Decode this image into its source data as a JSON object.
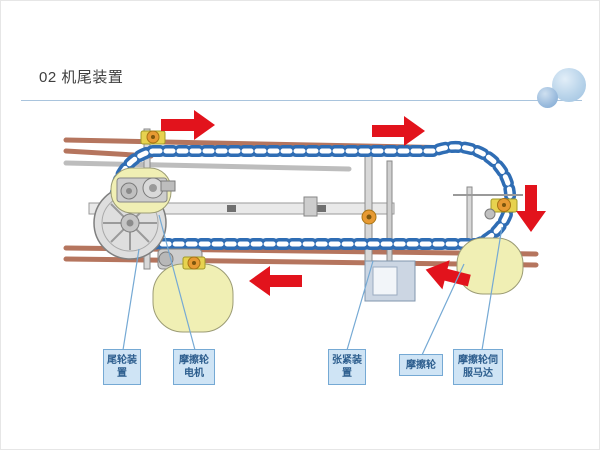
{
  "slide": {
    "title": "02 机尾装置"
  },
  "labels": [
    {
      "text": "尾轮装置"
    },
    {
      "text": "摩擦轮电机"
    },
    {
      "text": "张紧装置"
    },
    {
      "text": "摩擦轮"
    },
    {
      "text": "摩擦轮伺服马达"
    }
  ],
  "icons": {
    "decor_circles": "decorative-blue-circles",
    "direction_arrows": "red-flow-arrows"
  },
  "colors": {
    "accent_line": "#a9c4dd",
    "label_bg": "#cfe4f5",
    "label_border": "#75a9d4",
    "label_text": "#2d5e8e",
    "arrow_red": "#e2131c",
    "chain_blue": "#2f6db4",
    "housing_yellow": "#f0efb4",
    "rail_brown": "#b5755e",
    "clamp_orange": "#e79a33"
  }
}
